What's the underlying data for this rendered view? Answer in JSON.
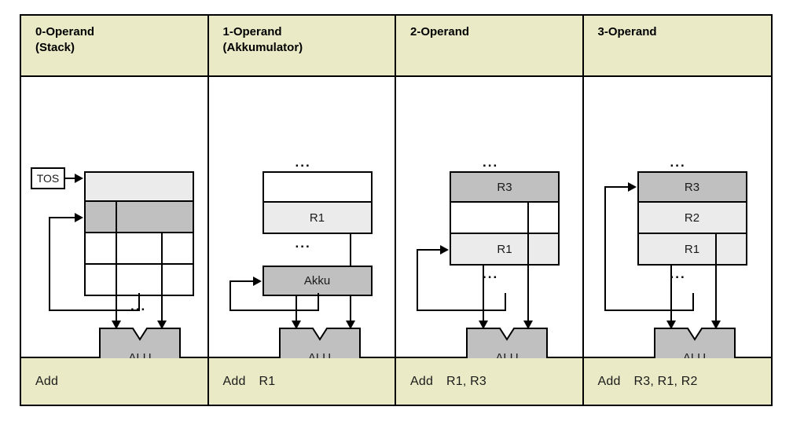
{
  "diagram": {
    "title_visible": false,
    "colors": {
      "header_footer_bg": "#eaebc6",
      "fill_light": "#ebebeb",
      "fill_dark": "#c0c0c0",
      "stroke": "#000000",
      "page_bg": "#ffffff"
    },
    "ellipsis": "...",
    "columns": [
      {
        "id": "zero-operand",
        "header_line1": "0-Operand",
        "header_line2": "(Stack)",
        "pointer_label": "TOS",
        "stack_rows": [
          {
            "label": "",
            "fill": "light"
          },
          {
            "label": "",
            "fill": "dark"
          },
          {
            "label": "",
            "fill": "white"
          },
          {
            "label": "",
            "fill": "white"
          }
        ],
        "alu_label": "ALU",
        "instruction": {
          "mnemonic": "Add",
          "operands": ""
        }
      },
      {
        "id": "one-operand",
        "header_line1": "1-Operand",
        "header_line2": "(Akkumulator)",
        "pointer_label": "",
        "register_rows": [
          {
            "label": "",
            "fill": "white"
          },
          {
            "label": "R1",
            "fill": "light"
          }
        ],
        "accumulator_label": "Akku",
        "alu_label": "ALU",
        "instruction": {
          "mnemonic": "Add",
          "operands": "R1"
        }
      },
      {
        "id": "two-operand",
        "header_line1": "2-Operand",
        "header_line2": "",
        "pointer_label": "",
        "register_rows": [
          {
            "label": "R3",
            "fill": "dark"
          },
          {
            "label": "",
            "fill": "white"
          },
          {
            "label": "R1",
            "fill": "light"
          }
        ],
        "alu_label": "ALU",
        "instruction": {
          "mnemonic": "Add",
          "operands": "R1, R3"
        }
      },
      {
        "id": "three-operand",
        "header_line1": "3-Operand",
        "header_line2": "",
        "pointer_label": "",
        "register_rows": [
          {
            "label": "R3",
            "fill": "dark"
          },
          {
            "label": "R2",
            "fill": "light"
          },
          {
            "label": "R1",
            "fill": "light"
          }
        ],
        "alu_label": "ALU",
        "instruction": {
          "mnemonic": "Add",
          "operands": "R3, R1, R2"
        }
      }
    ]
  }
}
